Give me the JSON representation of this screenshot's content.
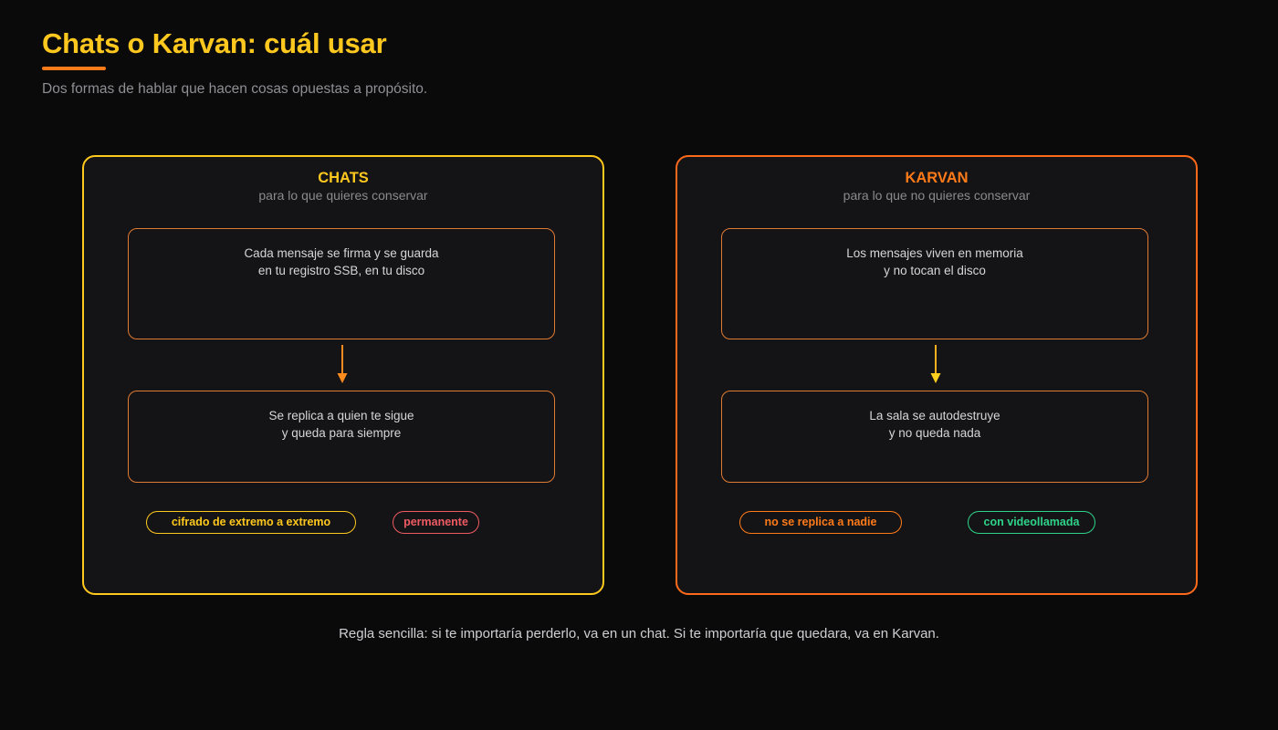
{
  "header": {
    "title": "Chats o Karvan: cuál usar",
    "subtitle": "Dos formas de hablar que hacen cosas opuestas a propósito."
  },
  "colors": {
    "chats_accent": "#ffc81e",
    "karvan_accent": "#ff6a1a",
    "step_border": "#e07a32",
    "tag_red": "#ef5b63",
    "tag_green": "#2fd38a"
  },
  "panels": {
    "chats": {
      "heading": "CHATS",
      "tagline": "para lo que quieres conservar",
      "step1": {
        "line1": "Cada mensaje se firma y se guarda",
        "line2": "en tu registro SSB, en tu disco"
      },
      "step2": {
        "line1": "Se replica a quien te sigue",
        "line2": "y queda para siempre"
      },
      "tags": [
        "cifrado de extremo a extremo",
        "permanente"
      ]
    },
    "karvan": {
      "heading": "KARVAN",
      "tagline": "para lo que no quieres conservar",
      "step1": {
        "line1": "Los mensajes viven en memoria",
        "line2": "y no tocan el disco"
      },
      "step2": {
        "line1": "La sala se autodestruye",
        "line2": "y no queda nada"
      },
      "tags": [
        "no se replica a nadie",
        "con videollamada"
      ]
    }
  },
  "footer": {
    "rule": "Regla sencilla: si te importaría perderlo, va en un chat. Si te importaría que quedara, va en Karvan."
  }
}
